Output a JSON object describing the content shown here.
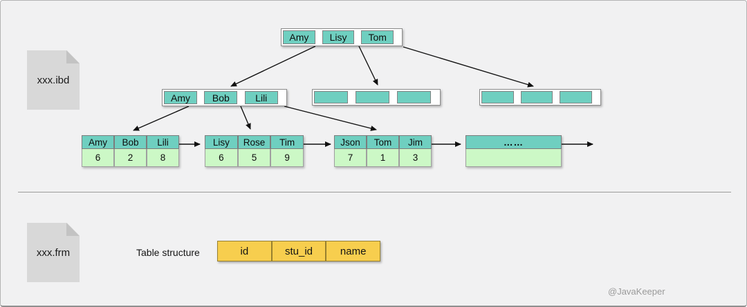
{
  "files": {
    "ibd_label": "xxx.ibd",
    "frm_label": "xxx.frm"
  },
  "tree": {
    "root": {
      "keys": [
        "Amy",
        "Lisy",
        "Tom"
      ]
    },
    "internal_left": {
      "keys": [
        "Amy",
        "Bob",
        "Lili"
      ]
    },
    "leaves": [
      {
        "keys": [
          "Amy",
          "Bob",
          "Lili"
        ],
        "values": [
          "6",
          "2",
          "8"
        ]
      },
      {
        "keys": [
          "Lisy",
          "Rose",
          "Tim"
        ],
        "values": [
          "6",
          "5",
          "9"
        ]
      },
      {
        "keys": [
          "Json",
          "Tom",
          "Jim"
        ],
        "values": [
          "7",
          "1",
          "3"
        ]
      },
      {
        "ellipsis": "……"
      }
    ]
  },
  "frm_section": {
    "label": "Table structure",
    "columns": [
      "id",
      "stu_id",
      "name"
    ]
  },
  "watermark": "@JavaKeeper",
  "colors": {
    "node_teal": "#6FCFC0",
    "leaf_green": "#CCF8C6",
    "table_yellow": "#F7CE4E",
    "file_gray": "#D8D8D8",
    "background": "#F1F1F2"
  }
}
